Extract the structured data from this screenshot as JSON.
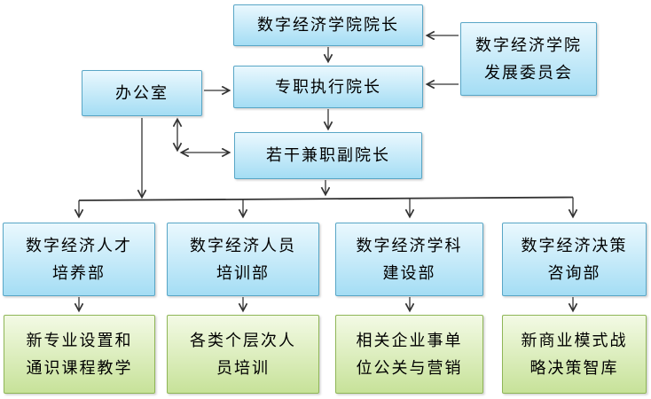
{
  "colors": {
    "background": "#ffffff",
    "text": "#000000",
    "arrow": "#333333",
    "blue_box_top": "#eaf8fe",
    "blue_box_bottom": "#a4ddf4",
    "blue_border": "#58a6c6",
    "green_box_top": "#f3fae5",
    "green_box_bottom": "#c7e299",
    "green_border": "#8fb657"
  },
  "nodes": {
    "dean": {
      "lines": [
        "数字经济学院院长"
      ]
    },
    "committee": {
      "lines": [
        "数字经济学院",
        "发展委员会"
      ]
    },
    "office": {
      "lines": [
        "办公室"
      ]
    },
    "exec_dean": {
      "lines": [
        "专职执行院长"
      ]
    },
    "vice_deans": {
      "lines": [
        "若干兼职副院长"
      ]
    },
    "dept_talent": {
      "lines": [
        "数字经济人才",
        "培养部"
      ]
    },
    "dept_training": {
      "lines": [
        "数字经济人员",
        "培训部"
      ]
    },
    "dept_discipline": {
      "lines": [
        "数字经济学科",
        "建设部"
      ]
    },
    "dept_consulting": {
      "lines": [
        "数字经济决策",
        "咨询部"
      ]
    },
    "func_curriculum": {
      "lines": [
        "新专业设置和",
        "通识课程教学"
      ]
    },
    "func_training": {
      "lines": [
        "各类个层次人",
        "员培训"
      ]
    },
    "func_pr": {
      "lines": [
        "相关企业事单",
        "位公关与营销"
      ]
    },
    "func_thinktank": {
      "lines": [
        "新商业模式战",
        "略决策智库"
      ]
    }
  }
}
